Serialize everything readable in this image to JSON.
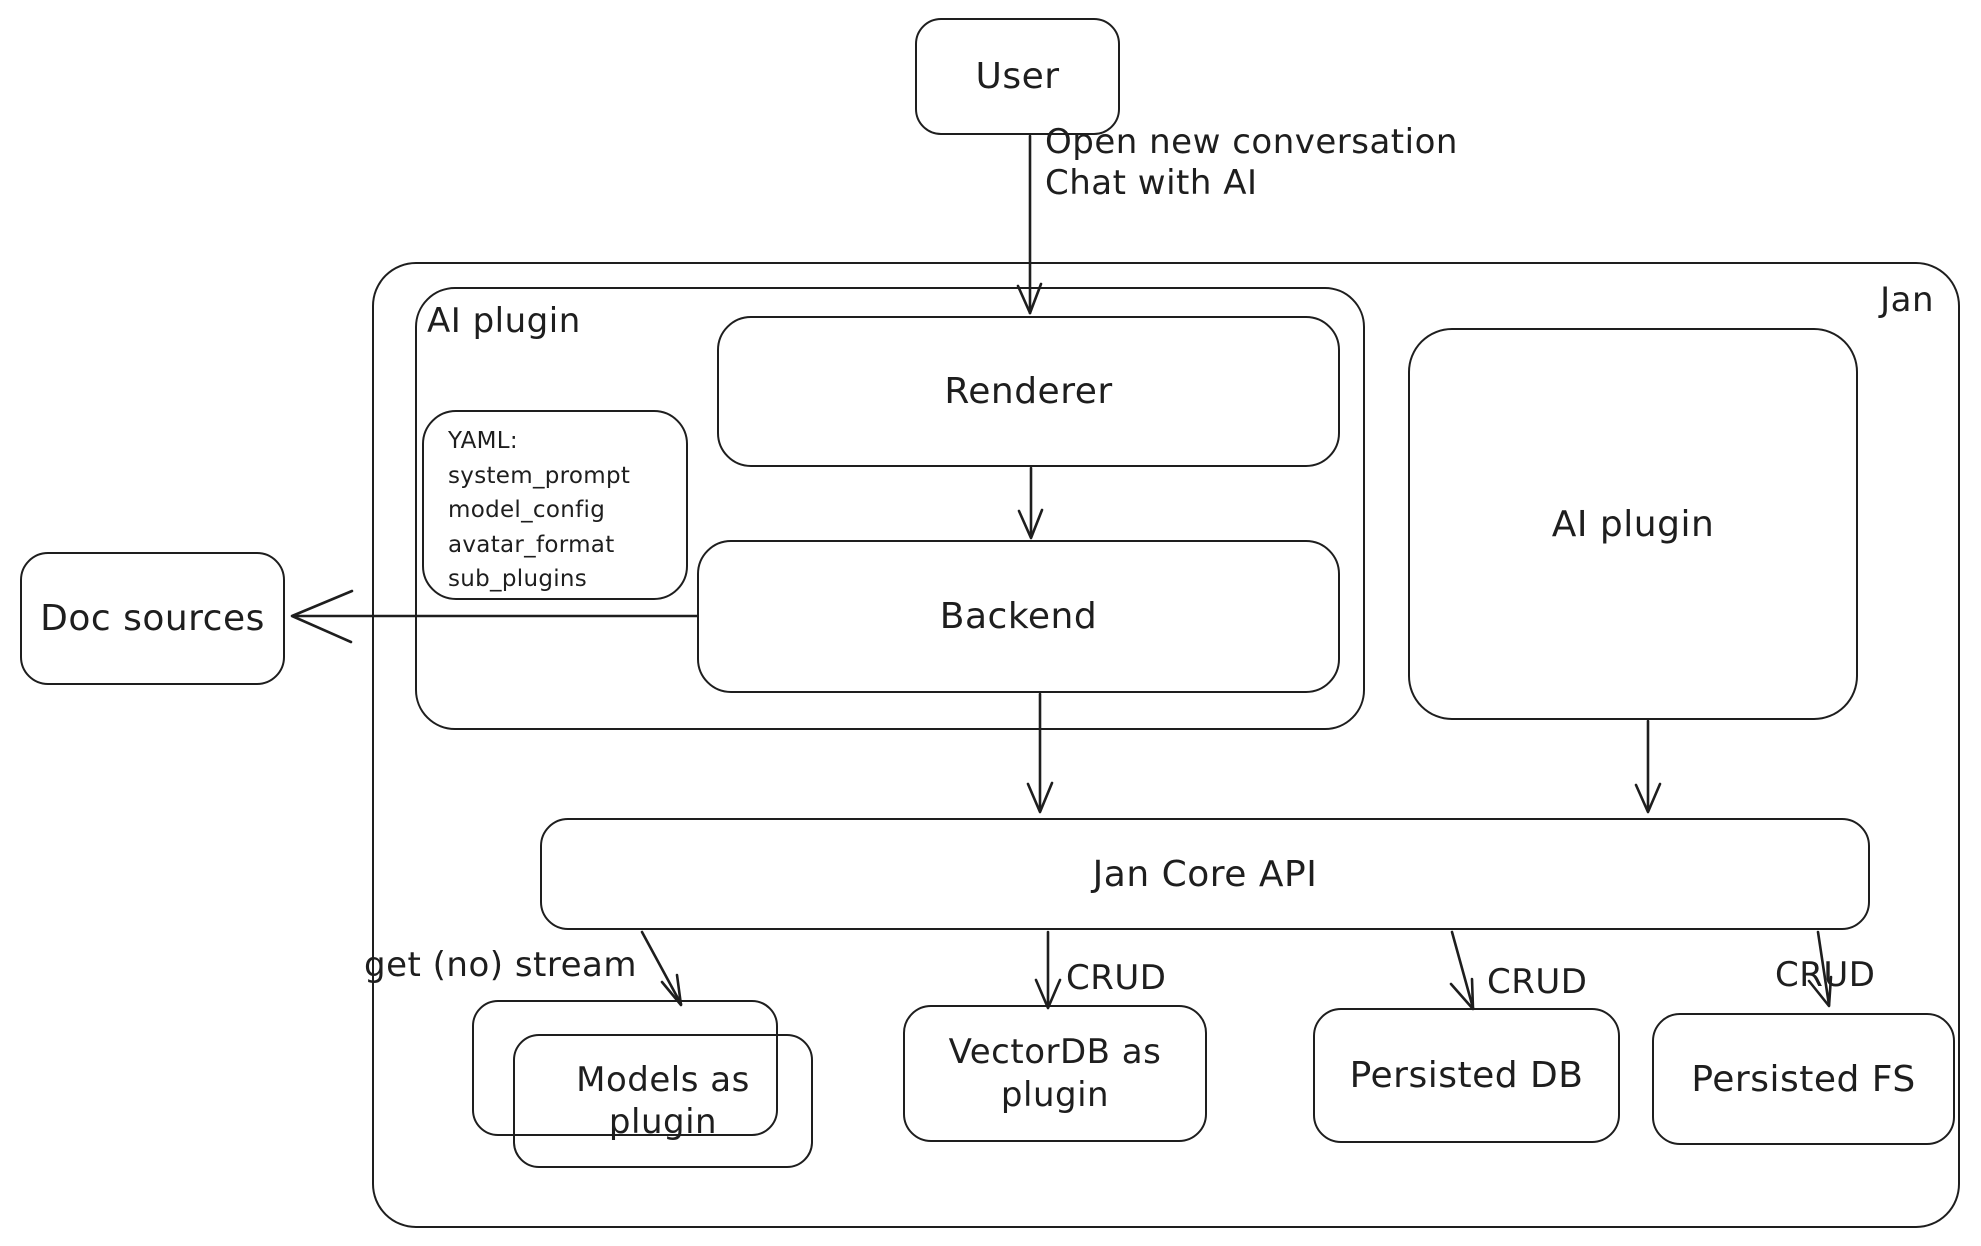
{
  "diagram": {
    "container_label": "Jan",
    "nodes": {
      "user": "User",
      "ai_plugin_left": "AI plugin",
      "renderer": "Renderer",
      "backend": "Backend",
      "doc_sources": "Doc sources",
      "ai_plugin_right": "AI plugin",
      "jan_core_api": "Jan Core API",
      "models_as_plugin": [
        "Models as",
        "plugin"
      ],
      "vectordb_as_plugin": [
        "VectorDB as",
        "plugin"
      ],
      "persisted_db": "Persisted DB",
      "persisted_fs": "Persisted FS"
    },
    "yaml_note": {
      "lines": [
        "YAML:",
        "system_prompt",
        "model_config",
        "avatar_format",
        "sub_plugins"
      ]
    },
    "edge_labels": {
      "user_to_renderer": [
        "Open new conversation",
        "Chat with AI"
      ],
      "get_no_stream": "get (no) stream",
      "crud_vectordb": "CRUD",
      "crud_persisted_db": "CRUD",
      "crud_persisted_fs": "CRUD"
    },
    "colors": {
      "stroke": "#1e1e1e",
      "background": "#ffffff"
    }
  }
}
